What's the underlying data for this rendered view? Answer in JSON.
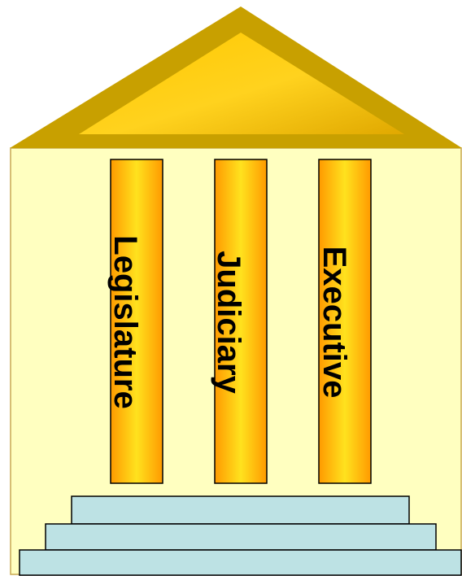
{
  "diagram": {
    "pillars": [
      {
        "label": "Legislature"
      },
      {
        "label": "Judiciary"
      },
      {
        "label": "Executive"
      }
    ],
    "steps_count": 3,
    "colors": {
      "wall": "#FFFFC0",
      "wall_border": "#C0A040",
      "roof_dark": "#C8A000",
      "roof_light": "#FFD21E",
      "pillar_edge": "#FF9900",
      "pillar_center": "#FFE21E",
      "pillar_border": "#000000",
      "steps": "#BDE2E4",
      "steps_border": "#000000"
    }
  }
}
